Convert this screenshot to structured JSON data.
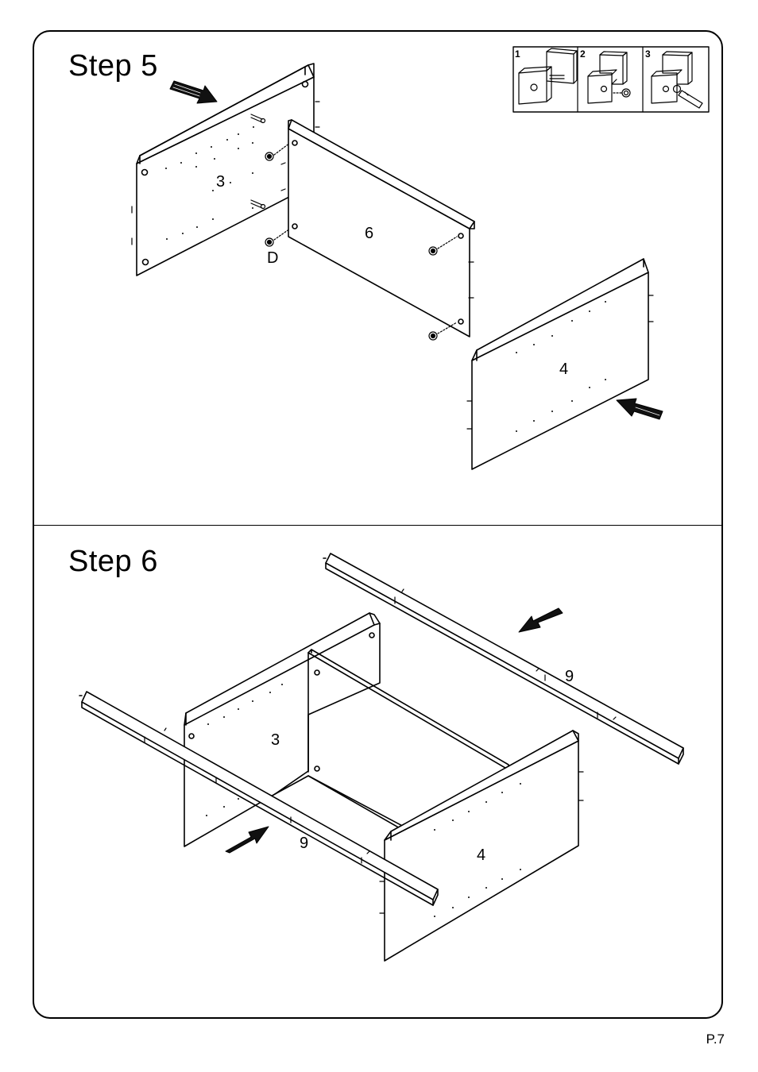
{
  "steps": [
    {
      "title": "Step  5",
      "part_labels": {
        "left_panel": "3",
        "back_panel": "6",
        "right_panel": "4",
        "fitting": "D"
      },
      "inset_steps": [
        "1",
        "2",
        "3"
      ]
    },
    {
      "title": "Step  6",
      "part_labels": {
        "rear_rail": "9",
        "front_rail": "9",
        "left_panel": "3",
        "right_panel": "4"
      }
    }
  ],
  "page_number": "P.7"
}
